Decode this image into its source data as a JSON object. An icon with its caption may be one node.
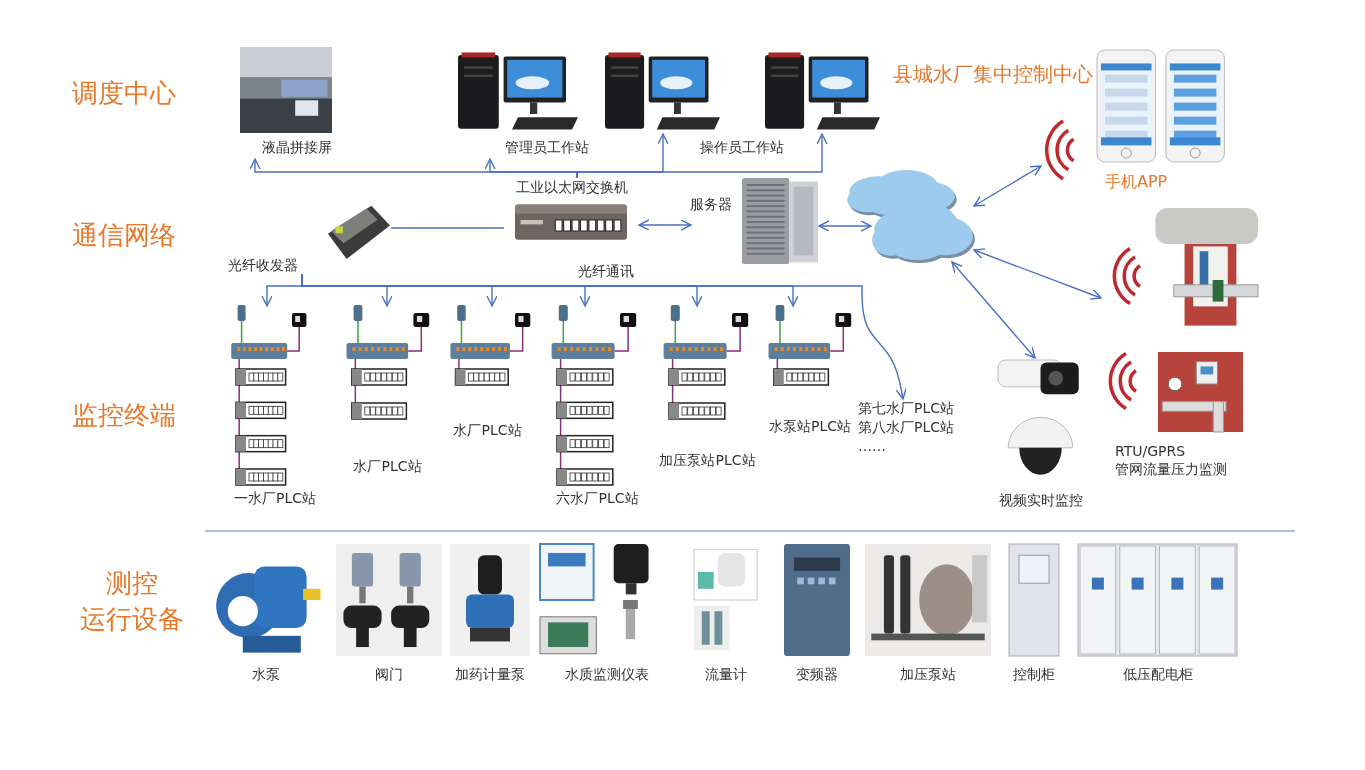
{
  "diagram": {
    "nodes": [
      {
        "text": [
          "液晶拼接屏"
        ]
      },
      {
        "text": [
          "管理员工作站"
        ]
      },
      {
        "text": [],
        "shape": "picture"
      },
      {
        "text": [],
        "shape": "picture"
      },
      {
        "text": [
          "工业以太网交换机"
        ]
      },
      {
        "text": [
          "服务器"
        ]
      },
      {
        "text": [
          "光纤收发器"
        ]
      },
      {
        "text": [],
        "shape": "cloud"
      },
      {
        "text": [],
        "shape": "cloud"
      },
      {
        "text": [
          "一水厂PLC站"
        ]
      },
      {
        "text": [
          "水厂PLC站"
        ]
      },
      {
        "text": [
          "水厂PLC站"
        ]
      },
      {
        "text": [
          "六水厂PLC站"
        ]
      },
      {
        "text": [
          "加压泵站PLC站"
        ]
      },
      {
        "text": [
          "水泵站PLC站"
        ]
      },
      {
        "text": [
          "第七水厂PLC站",
          "第八水厂PLC站",
          "……"
        ]
      },
      {
        "text": [
          "手机APP"
        ]
      },
      {
        "text": [],
        "shape": "picture"
      },
      {
        "text": [
          "RTU/GPRS 管网流量压力监测"
        ]
      },
      {
        "text": [
          "视频实时监控"
        ]
      },
      {
        "text": [
          "水泵"
        ]
      },
      {
        "text": [
          "阀门"
        ]
      },
      {
        "text": [
          "加药计量泵"
        ]
      },
      {
        "text": [
          "水质监测仪表"
        ]
      },
      {
        "text": [
          "流量计"
        ]
      },
      {
        "text": [
          "变频器"
        ]
      },
      {
        "text": [
          "加压泵站"
        ]
      },
      {
        "text": [
          "控制柜"
        ]
      },
      {
        "text": [
          "低压配电柜"
        ]
      }
    ],
    "edges": [
      {
        "from": 4,
        "to": 0,
        "arrow": "to"
      },
      {
        "from": 4,
        "to": 1,
        "arrow": "to"
      },
      {
        "from": 4,
        "to": 2,
        "arrow": "to"
      },
      {
        "from": 4,
        "to": 3,
        "arrow": "to"
      },
      {
        "from": 6,
        "to": 4,
        "arrow": "none"
      },
      {
        "from": 4,
        "to": 5,
        "arrow": "both"
      },
      {
        "from": 5,
        "to": 8,
        "arrow": "both"
      },
      {
        "from": 6,
        "to": 9,
        "arrow": "to"
      },
      {
        "from": 6,
        "to": 10,
        "arrow": "to"
      },
      {
        "from": 6,
        "to": 11,
        "arrow": "to"
      },
      {
        "from": 6,
        "to": 12,
        "arrow": "to"
      },
      {
        "from": 6,
        "to": 13,
        "arrow": "to"
      },
      {
        "from": 6,
        "to": 14,
        "arrow": "to"
      },
      {
        "from": 6,
        "to": 15,
        "arrow": "to"
      },
      {
        "from": 8,
        "to": 16,
        "arrow": "both"
      },
      {
        "from": 8,
        "to": 17,
        "arrow": "both"
      },
      {
        "from": 8,
        "to": 19,
        "arrow": "both"
      }
    ],
    "labels": [
      "调度中心",
      "县城水厂集中控制中心",
      "操作员工作站",
      "通信网络",
      "光纤通讯",
      "监控终端",
      "测控",
      "运行设备"
    ]
  }
}
